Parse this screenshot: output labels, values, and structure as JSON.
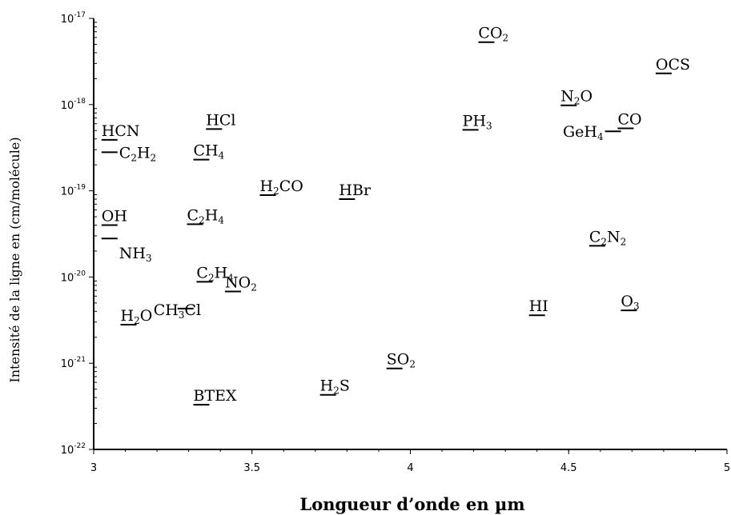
{
  "chart_data": {
    "type": "scatter",
    "xlabel": "Longueur d’onde en µm",
    "ylabel": "Intensité de la ligne en (cm/molécule)",
    "xlim": [
      3,
      5
    ],
    "ylim": [
      1e-22,
      1e-17
    ],
    "yscale": "log",
    "x_ticks": [
      3,
      3.5,
      4,
      4.5,
      5
    ],
    "x_tick_labels": [
      "3",
      "3.5",
      "4",
      "4.5",
      "5"
    ],
    "y_ticks": [
      1e-22,
      1e-21,
      1e-20,
      1e-19,
      1e-18,
      1e-17
    ],
    "y_tick_labels": [
      {
        "base": "10",
        "exp": "-22"
      },
      {
        "base": "10",
        "exp": "-21"
      },
      {
        "base": "10",
        "exp": "-20"
      },
      {
        "base": "10",
        "exp": "-19"
      },
      {
        "base": "10",
        "exp": "-18"
      },
      {
        "base": "10",
        "exp": "-17"
      }
    ],
    "grid": false,
    "points": [
      {
        "parts": [
          [
            "H",
            ""
          ],
          [
            "C",
            ""
          ],
          [
            "N",
            ""
          ]
        ],
        "x": 3.05,
        "y": 3.9e-19,
        "label_pos": "above"
      },
      {
        "parts": [
          [
            "C",
            ""
          ],
          [
            "2",
            "sub"
          ],
          [
            "H",
            ""
          ],
          [
            "2",
            "sub"
          ]
        ],
        "x": 3.05,
        "y": 2.8e-19,
        "label_pos": "right"
      },
      {
        "parts": [
          [
            "O",
            ""
          ],
          [
            "H",
            ""
          ]
        ],
        "x": 3.05,
        "y": 4e-20,
        "label_pos": "above"
      },
      {
        "parts": [
          [
            "N",
            ""
          ],
          [
            "H",
            ""
          ],
          [
            "3",
            "sub"
          ]
        ],
        "x": 3.05,
        "y": 2.8e-20,
        "label_pos": "below-right"
      },
      {
        "parts": [
          [
            "H",
            ""
          ],
          [
            "2",
            "sub"
          ],
          [
            "O",
            ""
          ]
        ],
        "x": 3.11,
        "y": 2.8e-21,
        "label_pos": "above"
      },
      {
        "parts": [
          [
            "H",
            ""
          ],
          [
            "C",
            ""
          ],
          [
            "l",
            ""
          ]
        ],
        "x": 3.38,
        "y": 5.2e-19,
        "label_pos": "above"
      },
      {
        "parts": [
          [
            "C",
            ""
          ],
          [
            "H",
            ""
          ],
          [
            "4",
            "sub"
          ]
        ],
        "x": 3.34,
        "y": 2.3e-19,
        "label_pos": "above"
      },
      {
        "parts": [
          [
            "C",
            ""
          ],
          [
            "2",
            "sub"
          ],
          [
            "H",
            ""
          ],
          [
            "4",
            "sub"
          ]
        ],
        "x": 3.32,
        "y": 4.1e-20,
        "label_pos": "above"
      },
      {
        "parts": [
          [
            "C",
            ""
          ],
          [
            "2",
            "sub"
          ],
          [
            "H",
            ""
          ],
          [
            "4",
            "sub"
          ]
        ],
        "x": 3.35,
        "y": 8.8e-21,
        "label_pos": "above"
      },
      {
        "parts": [
          [
            "N",
            ""
          ],
          [
            "O",
            ""
          ],
          [
            "2",
            "sub"
          ]
        ],
        "x": 3.44,
        "y": 6.8e-21,
        "label_pos": "above"
      },
      {
        "parts": [
          [
            "C",
            ""
          ],
          [
            "H",
            ""
          ],
          [
            "3",
            "sub"
          ],
          [
            "C",
            ""
          ],
          [
            "l",
            ""
          ]
        ],
        "x": 3.29,
        "y": 4.3e-21,
        "label_pos": "none"
      },
      {
        "parts": [
          [
            "B",
            ""
          ],
          [
            "T",
            ""
          ],
          [
            "E",
            ""
          ],
          [
            "X",
            ""
          ]
        ],
        "x": 3.34,
        "y": 3.3e-22,
        "label_pos": "above"
      },
      {
        "parts": [
          [
            "H",
            ""
          ],
          [
            "2",
            "sub"
          ],
          [
            "C",
            ""
          ],
          [
            "O",
            ""
          ]
        ],
        "x": 3.55,
        "y": 8.9e-20,
        "label_pos": "above"
      },
      {
        "parts": [
          [
            "H",
            ""
          ],
          [
            "B",
            ""
          ],
          [
            "r",
            ""
          ]
        ],
        "x": 3.8,
        "y": 8e-20,
        "label_pos": "above"
      },
      {
        "parts": [
          [
            "H",
            ""
          ],
          [
            "2",
            "sub"
          ],
          [
            "S",
            ""
          ]
        ],
        "x": 3.74,
        "y": 4.3e-22,
        "label_pos": "above"
      },
      {
        "parts": [
          [
            "S",
            ""
          ],
          [
            "O",
            ""
          ],
          [
            "2",
            "sub"
          ]
        ],
        "x": 3.95,
        "y": 8.7e-22,
        "label_pos": "above"
      },
      {
        "parts": [
          [
            "C",
            ""
          ],
          [
            "O",
            ""
          ],
          [
            "2",
            "sub"
          ]
        ],
        "x": 4.24,
        "y": 5.3e-18,
        "label_pos": "above"
      },
      {
        "parts": [
          [
            "P",
            ""
          ],
          [
            "H",
            ""
          ],
          [
            "3",
            "sub"
          ]
        ],
        "x": 4.19,
        "y": 5.1e-19,
        "label_pos": "above"
      },
      {
        "parts": [
          [
            "N",
            ""
          ],
          [
            "2",
            "sub"
          ],
          [
            "O",
            ""
          ]
        ],
        "x": 4.5,
        "y": 9.8e-19,
        "label_pos": "above"
      },
      {
        "parts": [
          [
            "C",
            ""
          ],
          [
            "O",
            ""
          ]
        ],
        "x": 4.68,
        "y": 5.3e-19,
        "label_pos": "above"
      },
      {
        "parts": [
          [
            "G",
            ""
          ],
          [
            "e",
            ""
          ],
          [
            "H",
            ""
          ],
          [
            "4",
            "sub"
          ]
        ],
        "x": 4.64,
        "y": 4.9e-19,
        "label_pos": "left"
      },
      {
        "parts": [
          [
            "O",
            ""
          ],
          [
            "C",
            ""
          ],
          [
            "S",
            ""
          ]
        ],
        "x": 4.8,
        "y": 2.3e-18,
        "label_pos": "above"
      },
      {
        "parts": [
          [
            "C",
            ""
          ],
          [
            "2",
            "sub"
          ],
          [
            "N",
            ""
          ],
          [
            "2",
            "sub"
          ]
        ],
        "x": 4.59,
        "y": 2.3e-20,
        "label_pos": "above"
      },
      {
        "parts": [
          [
            "H",
            ""
          ],
          [
            "I",
            ""
          ]
        ],
        "x": 4.4,
        "y": 3.6e-21,
        "label_pos": "above"
      },
      {
        "parts": [
          [
            "O",
            ""
          ],
          [
            "3",
            "sub"
          ]
        ],
        "x": 4.69,
        "y": 4.1e-21,
        "label_pos": "above"
      }
    ]
  }
}
